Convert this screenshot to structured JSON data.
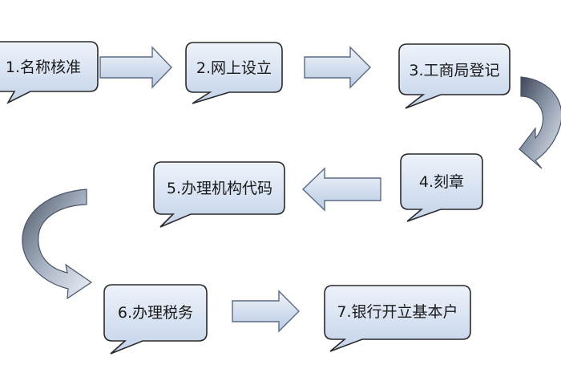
{
  "colors": {
    "box_fill_light": "#e6eef8",
    "box_fill_dark": "#c2d2e8",
    "box_stroke": "#2a2a2a",
    "arrow_fill_light": "#e8eef7",
    "arrow_fill_dark": "#b8c9e2",
    "curved_arrow_light": "#e5ecf5",
    "curved_arrow_dark": "#5a6677"
  },
  "steps": [
    {
      "label": "1.名称核准"
    },
    {
      "label": "2.网上设立"
    },
    {
      "label": "3.工商局登记"
    },
    {
      "label": "4.刻章"
    },
    {
      "label": "5.办理机构代码"
    },
    {
      "label": "6.办理税务"
    },
    {
      "label": "7.银行开立基本户"
    }
  ]
}
